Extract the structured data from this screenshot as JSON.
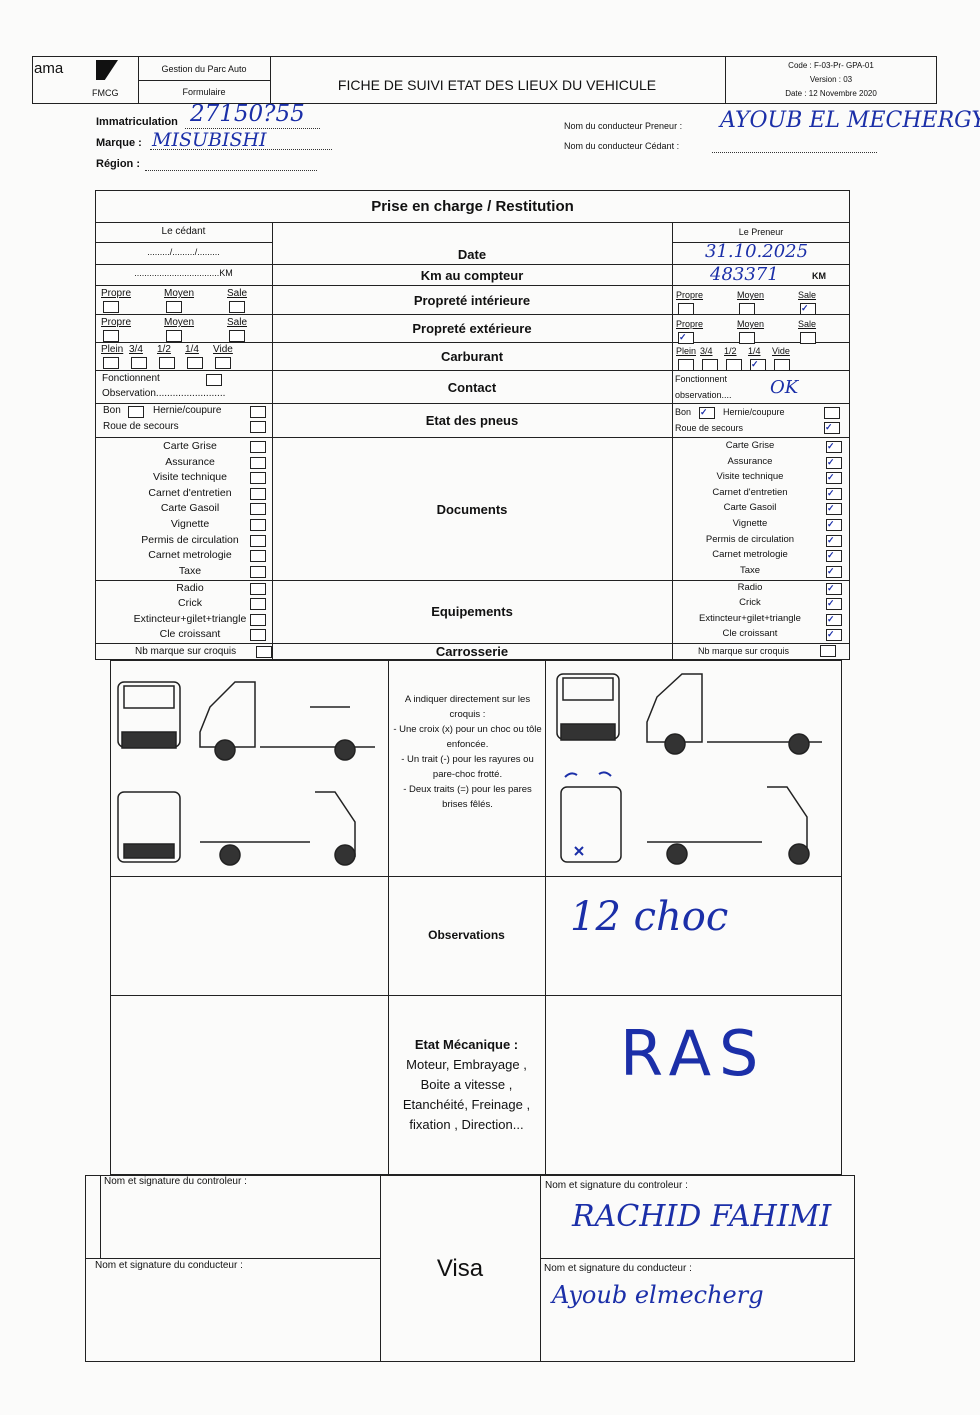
{
  "header": {
    "logo_left": "ama",
    "logo_right": "FMCG",
    "department": "Gestion du Parc Auto",
    "doc_type": "Formulaire",
    "title": "FICHE DE SUIVI ETAT DES LIEUX DU VEHICULE",
    "code": "Code : F-03-Pr- GPA-01",
    "version": "Version : 03",
    "date": "Date : 12 Novembre 2020"
  },
  "vehicle": {
    "immat_label": "Immatriculation",
    "immat_value": "27150?55",
    "marque_label": "Marque :",
    "marque_value": "MISUBISHI",
    "region_label": "Région :",
    "preneur_label": "Nom du conducteur Preneur :",
    "preneur_value": "AYOUB EL MECHERGY",
    "cedant_label": "Nom du conducteur Cédant :"
  },
  "table": {
    "title": "Prise en charge / Restitution",
    "left_head": "Le cédant",
    "right_head": "Le Preneur",
    "date_blank": "........./........./.........",
    "km_blank": "..................................KM",
    "km_unit": "KM",
    "rows": {
      "date": "Date",
      "km": "Km au compteur",
      "prop_int": "Propreté intérieure",
      "prop_ext": "Propreté extérieure",
      "carburant": "Carburant",
      "contact": "Contact",
      "pneus": "Etat des pneus",
      "documents": "Documents",
      "equipements": "Equipements",
      "carrosserie": "Carrosserie"
    },
    "cleanliness": [
      "Propre",
      "Moyen",
      "Sale"
    ],
    "fuel": [
      "Plein",
      "3/4",
      "1/2",
      "1/4",
      "Vide"
    ],
    "fonctionnent": "Fonctionnent",
    "observation_left": "Observation.........................",
    "observation_right": "observation....",
    "bon": "Bon",
    "hernie": "Hernie/coupure",
    "roue": "Roue de secours",
    "documents": [
      "Carte Grise",
      "Assurance",
      "Visite technique",
      "Carnet d'entretien",
      "Carte Gasoil",
      "Vignette",
      "Permis de circulation",
      "Carnet metrologie",
      "Taxe"
    ],
    "equipements": [
      "Radio",
      "Crick",
      "Extincteur+gilet+triangle",
      "Cle croissant"
    ],
    "nb_marque": "Nb marque sur croquis",
    "preneur_values": {
      "date": "31.10.2025",
      "km": "483371",
      "contact_obs": "OK",
      "prop_int": "Sale",
      "prop_ext": "Propre",
      "carburant": "1/4",
      "pneus": "Bon"
    }
  },
  "sketch": {
    "instructions": [
      "A indiquer directement sur les croquis :",
      "- Une croix (x) pour un choc ou tôle enfoncée.",
      "- Un trait (-) pour les rayures ou pare-choc frotté.",
      "- Deux traits (=) pour les pares brises fêlés."
    ]
  },
  "observations": {
    "label": "Observations",
    "value": "12 choc"
  },
  "mecanique": {
    "label": "Etat Mécanique :",
    "detail": [
      "Moteur, Embrayage ,",
      "Boite a vitesse ,",
      "Etanchéité, Freinage ,",
      "fixation , Direction..."
    ],
    "value": "RAS"
  },
  "visa": {
    "label": "Visa",
    "controleur_label": "Nom et signature du controleur :",
    "conducteur_label": "Nom et signature du conducteur :",
    "controleur_value": "RACHID FAHIMI",
    "conducteur_value": "Ayoub elmecherg"
  },
  "colors": {
    "ink": "#1b2fa8",
    "line": "#222222"
  }
}
